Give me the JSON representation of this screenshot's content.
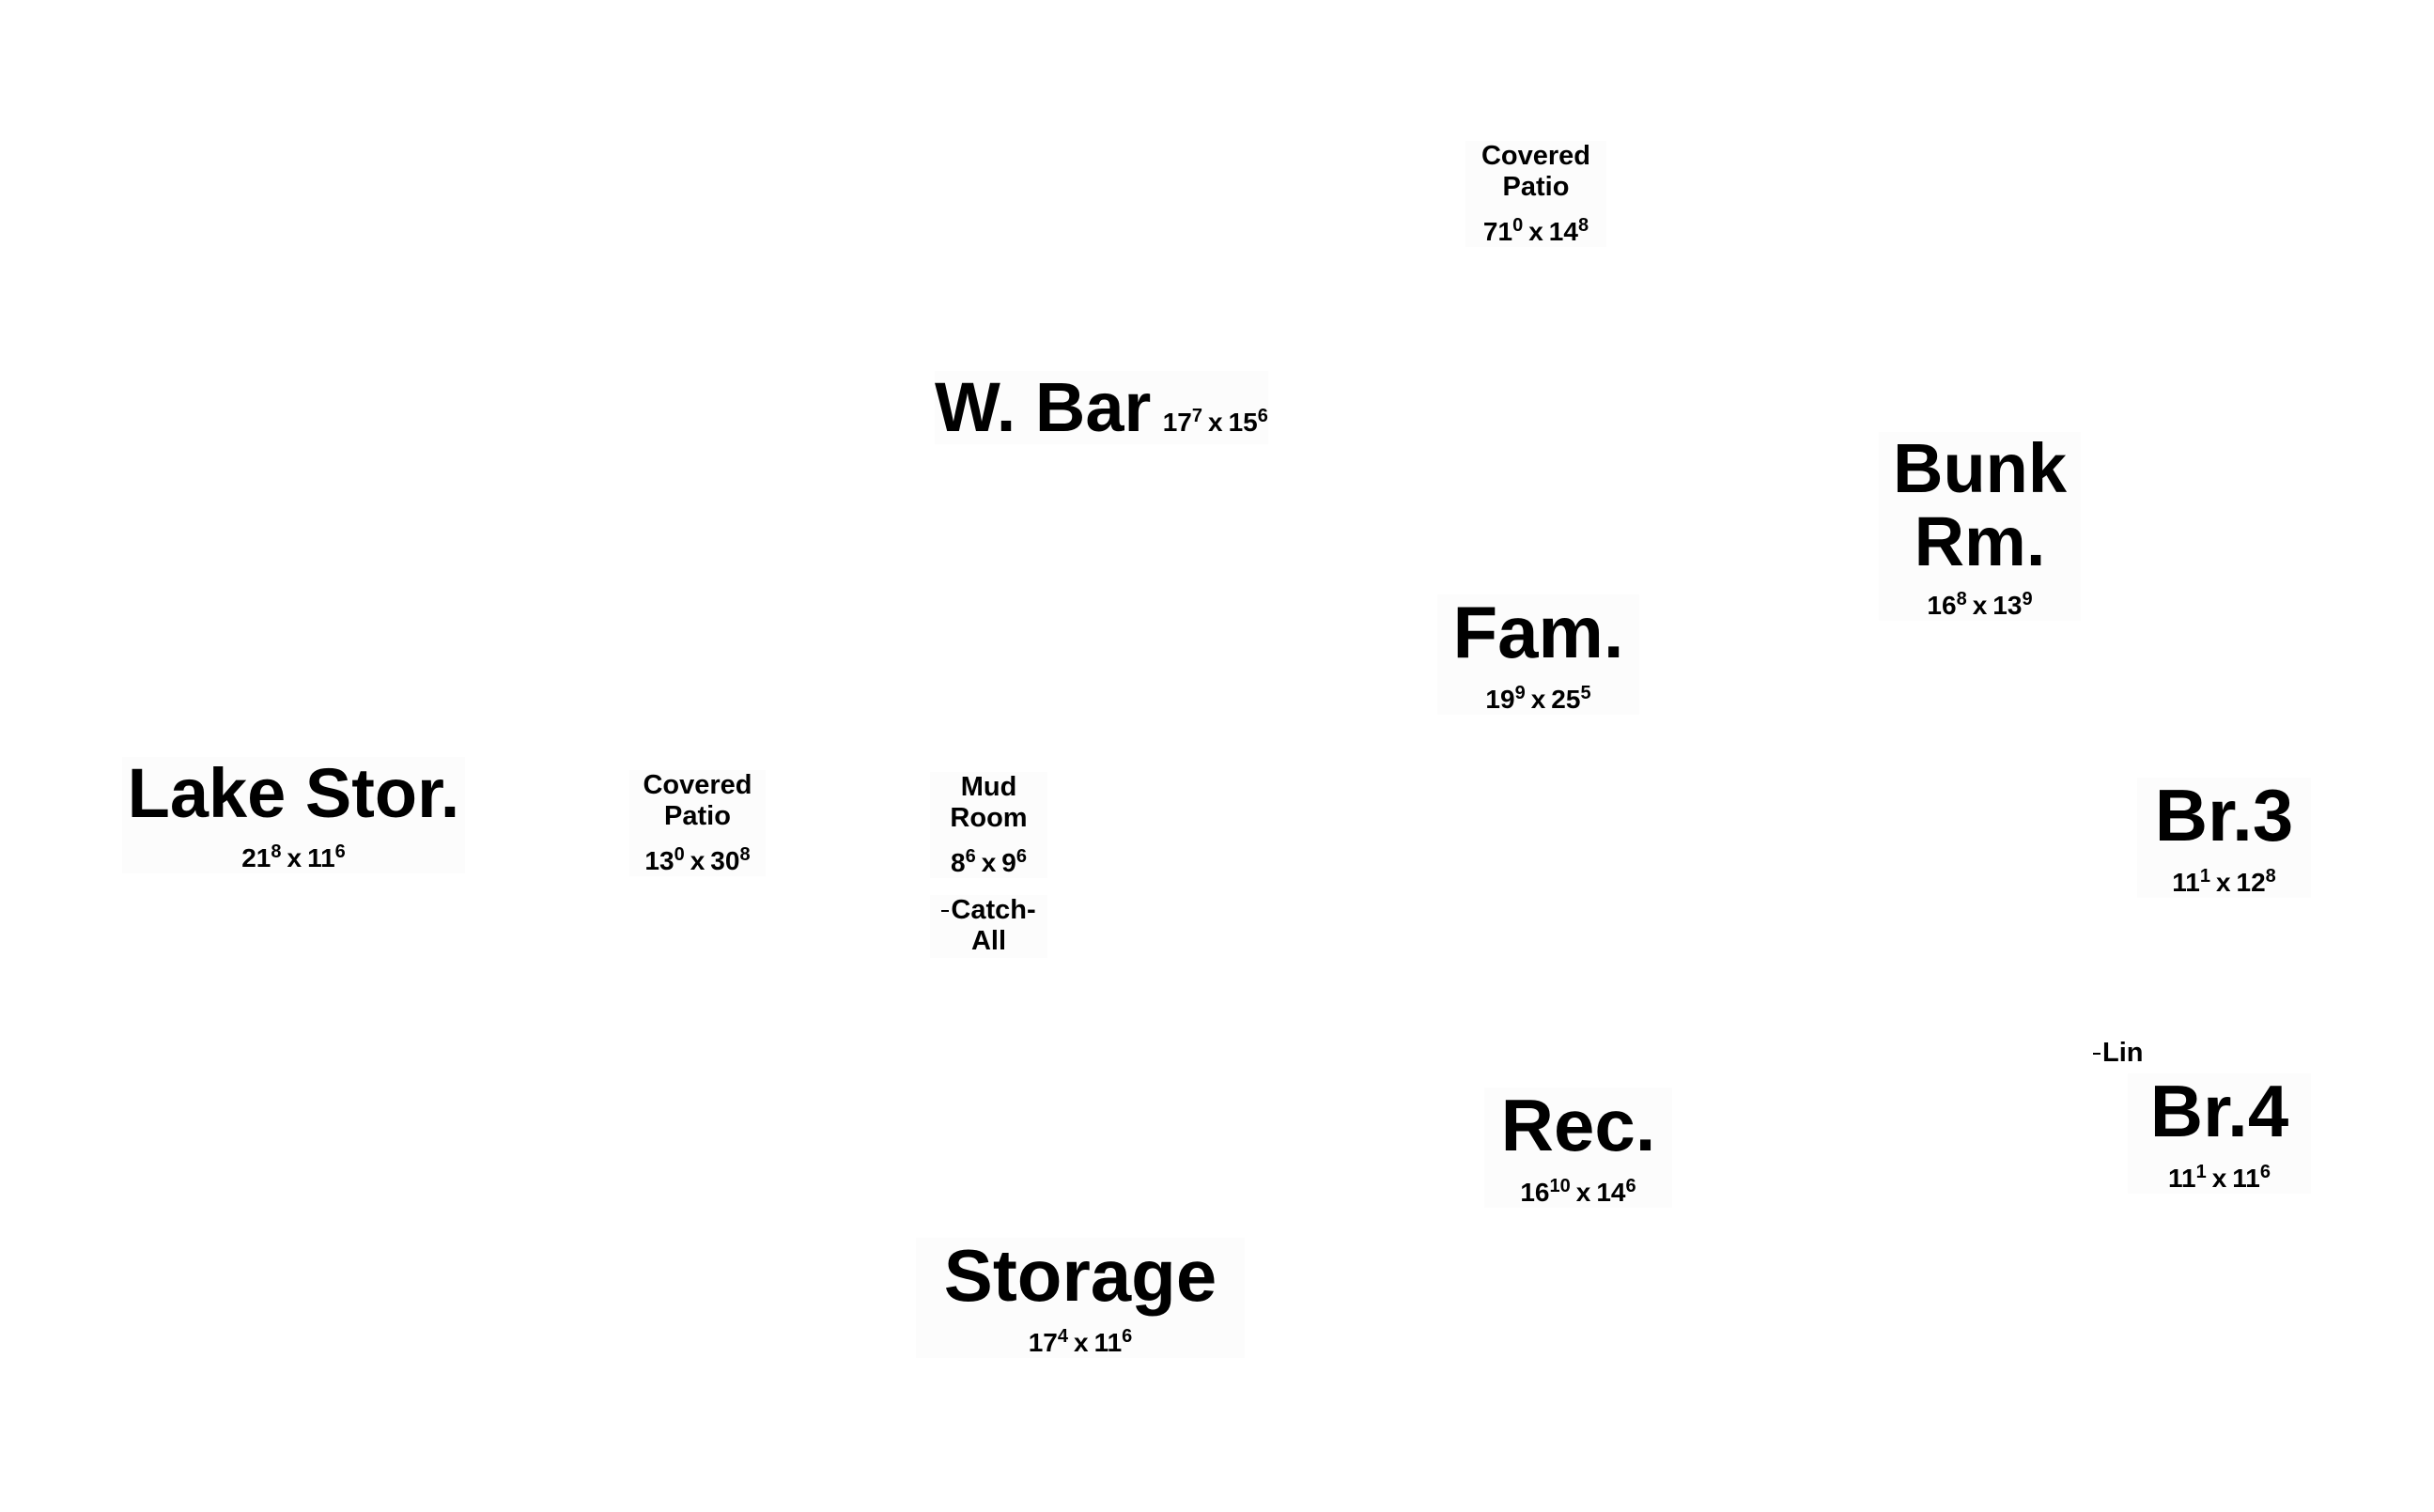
{
  "rooms": {
    "covered_patio_top": {
      "name_line1": "Covered",
      "name_line2": "Patio",
      "w": "71",
      "w_in": "0",
      "l": "14",
      "l_in": "8",
      "x": "x"
    },
    "wbar": {
      "name": "W. Bar",
      "w": "17",
      "w_in": "7",
      "l": "15",
      "l_in": "6",
      "x": "x"
    },
    "bunk": {
      "name_line1": "Bunk",
      "name_line2": "Rm.",
      "w": "16",
      "w_in": "8",
      "l": "13",
      "l_in": "9",
      "x": "x"
    },
    "fam": {
      "name": "Fam.",
      "w": "19",
      "w_in": "9",
      "l": "25",
      "l_in": "5",
      "x": "x"
    },
    "lake": {
      "name": "Lake Stor.",
      "w": "21",
      "w_in": "8",
      "l": "11",
      "l_in": "6",
      "x": "x"
    },
    "covered_patio_left": {
      "name_line1": "Covered",
      "name_line2": "Patio",
      "w": "13",
      "w_in": "0",
      "l": "30",
      "l_in": "8",
      "x": "x"
    },
    "mud": {
      "name_line1": "Mud",
      "name_line2": "Room",
      "w": "8",
      "w_in": "6",
      "l": "9",
      "l_in": "6",
      "x": "x"
    },
    "catch": {
      "name_line1": "Catch-",
      "name_line2": "All"
    },
    "br3": {
      "name": "Br.3",
      "w": "11",
      "w_in": "1",
      "l": "12",
      "l_in": "8",
      "x": "x"
    },
    "lin": {
      "name": "Lin"
    },
    "br4": {
      "name": "Br.4",
      "w": "11",
      "w_in": "1",
      "l": "11",
      "l_in": "6",
      "x": "x"
    },
    "rec": {
      "name": "Rec.",
      "w": "16",
      "w_in": "10",
      "l": "14",
      "l_in": "6",
      "x": "x"
    },
    "storage": {
      "name": "Storage",
      "w": "17",
      "w_in": "4",
      "l": "11",
      "l_in": "6",
      "x": "x"
    }
  }
}
